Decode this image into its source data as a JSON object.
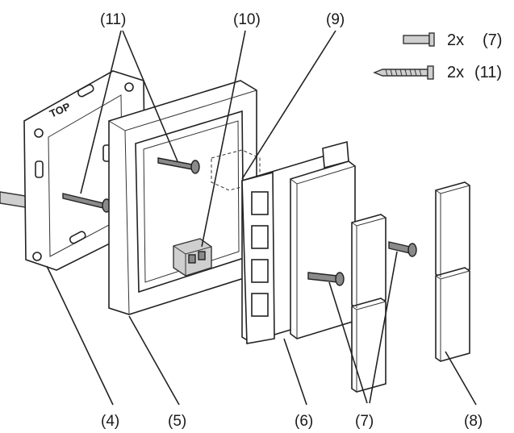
{
  "callouts": {
    "label_11": "(11)",
    "label_10": "(10)",
    "label_9": "(9)",
    "label_4": "(4)",
    "label_5": "(5)",
    "label_6": "(6)",
    "label_7": "(7)",
    "label_8": "(8)"
  },
  "legend": {
    "screw_short_qty": "2x",
    "screw_short_ref": "(7)",
    "screw_long_qty": "2x",
    "screw_long_ref": "(11)"
  },
  "mounting_plate": {
    "top_mark": "TOP"
  }
}
